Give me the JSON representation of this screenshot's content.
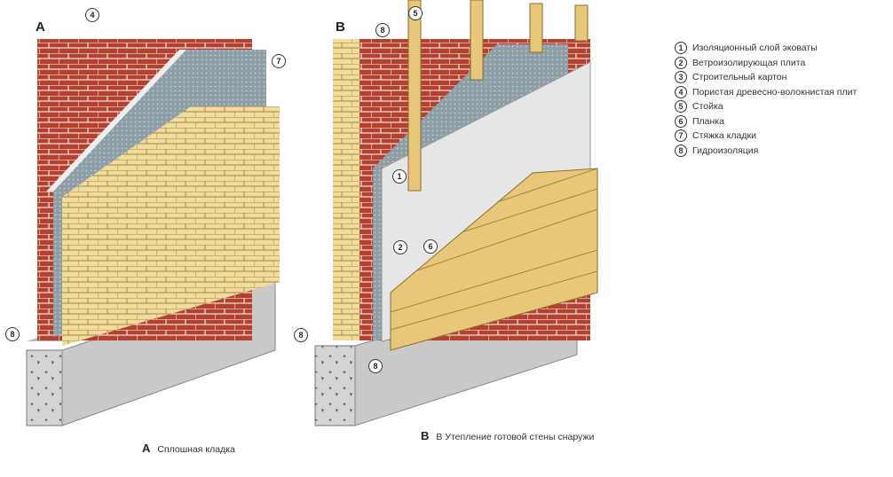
{
  "panels": {
    "a": {
      "letter": "A",
      "caption": "Сплошная кладка"
    },
    "b": {
      "letter": "B",
      "caption": "В Утепление готовой стены снаружи"
    }
  },
  "legend": [
    {
      "num": "1",
      "label": "Изоляционный слой эковаты"
    },
    {
      "num": "2",
      "label": "Ветроизолирующая плита"
    },
    {
      "num": "3",
      "label": "Строительный картон"
    },
    {
      "num": "4",
      "label": "Пористая древесно-волокнистая плит"
    },
    {
      "num": "5",
      "label": "Стойка"
    },
    {
      "num": "6",
      "label": "Планка"
    },
    {
      "num": "7",
      "label": "Стяжка кладки"
    },
    {
      "num": "8",
      "label": "Гидроизоляция"
    }
  ],
  "callouts": {
    "c4": "4",
    "c7": "7",
    "c8": "8",
    "c5": "5",
    "c1": "1",
    "c2": "2",
    "c6": "6"
  },
  "colors": {
    "red_brick": "#b5402f",
    "yellow_brick": "#f2dc9a",
    "insulation": "#8fa0a8",
    "board": "#e6e6e6",
    "siding": "#e9c77a",
    "concrete": "#c9c9c9"
  }
}
